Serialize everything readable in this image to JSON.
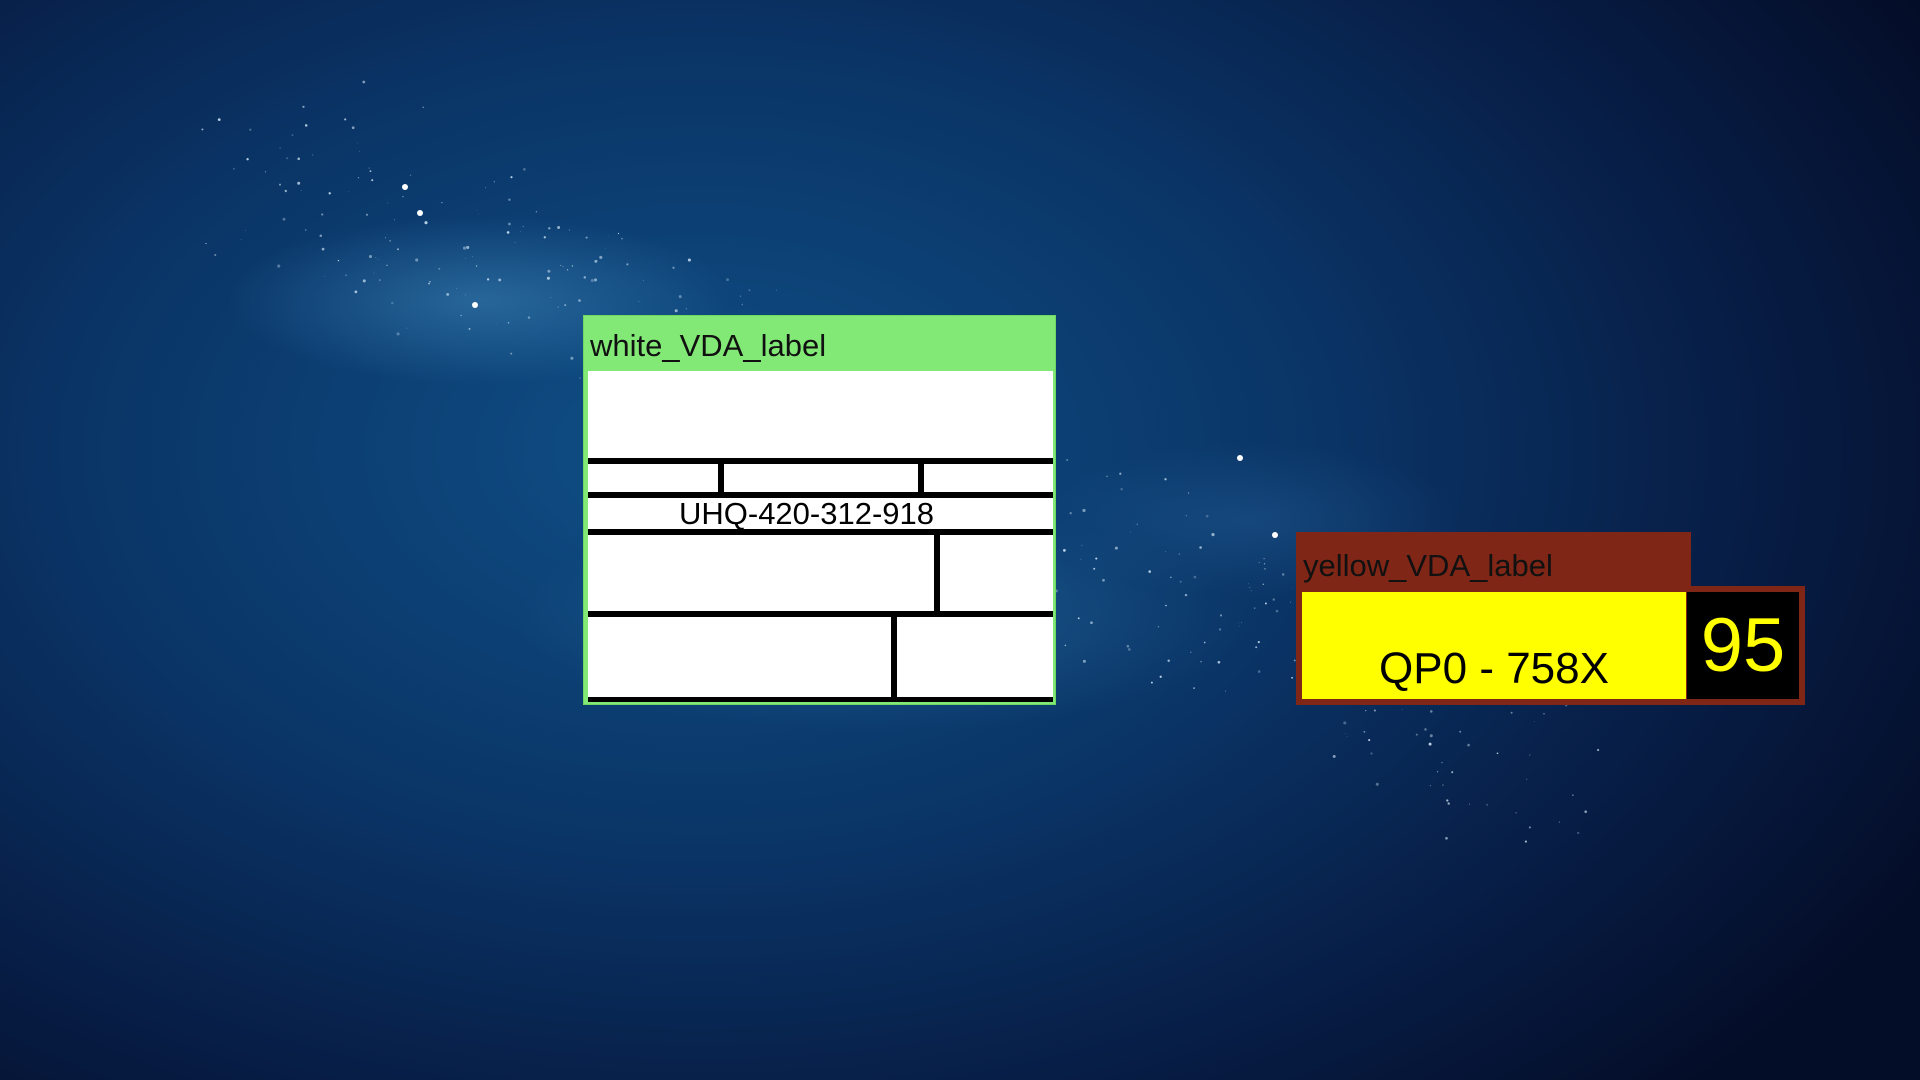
{
  "windows": {
    "white_label": {
      "title": "white_VDA_label",
      "code": "UHQ-420-312-918",
      "title_color": "#82e876"
    },
    "yellow_label": {
      "title": "yellow_VDA_label",
      "part_number": "QP0 - 758X",
      "number": "95",
      "title_color": "#7f2616",
      "label_color": "#ffff00"
    }
  },
  "wallpaper": {
    "theme": "galaxy"
  }
}
